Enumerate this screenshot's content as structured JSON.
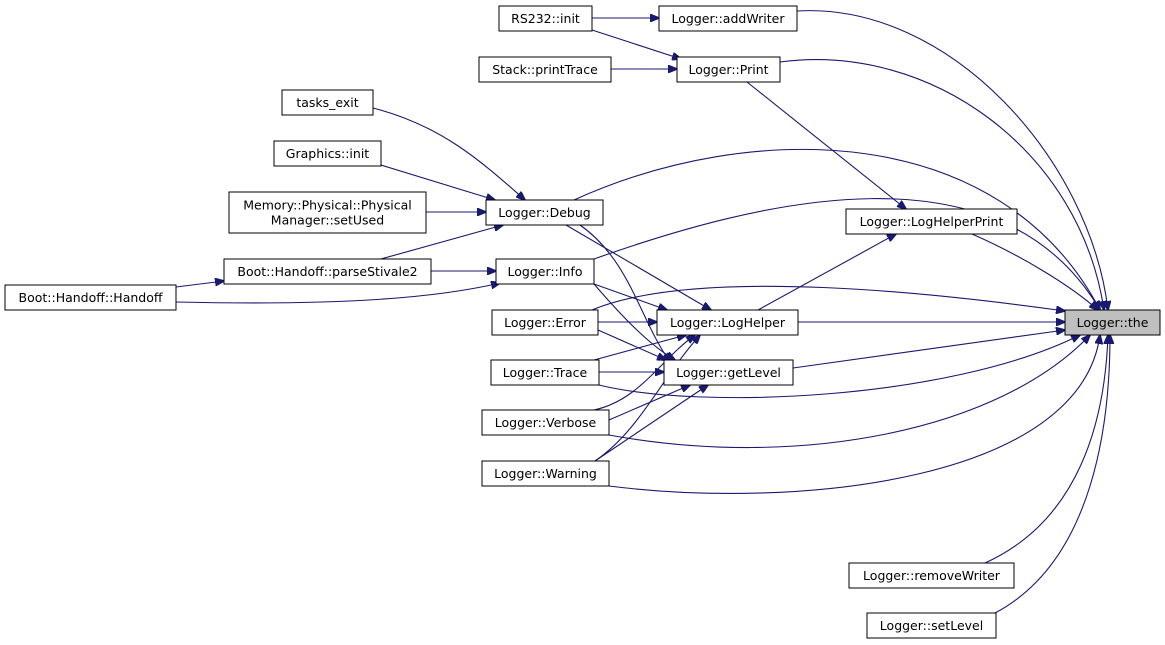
{
  "graph": {
    "edge_color": "#191970",
    "highlight_fill": "#bfbfbf",
    "nodes": [
      {
        "id": "the",
        "label": "Logger::the",
        "highlight": true
      },
      {
        "id": "addWriter",
        "label": "Logger::addWriter"
      },
      {
        "id": "rs232init",
        "label": "RS232::init"
      },
      {
        "id": "print",
        "label": "Logger::Print"
      },
      {
        "id": "printTrace",
        "label": "Stack::printTrace"
      },
      {
        "id": "tasksExit",
        "label": "tasks_exit"
      },
      {
        "id": "graphicsInit",
        "label": "Graphics::init"
      },
      {
        "id": "setUsed",
        "label": [
          "Memory::Physical::Physical",
          "Manager::setUsed"
        ]
      },
      {
        "id": "debug",
        "label": "Logger::Debug"
      },
      {
        "id": "logHelperPrint",
        "label": "Logger::LogHelperPrint"
      },
      {
        "id": "parseStivale2",
        "label": "Boot::Handoff::parseStivale2"
      },
      {
        "id": "info",
        "label": "Logger::Info"
      },
      {
        "id": "handoff",
        "label": "Boot::Handoff::Handoff"
      },
      {
        "id": "error",
        "label": "Logger::Error"
      },
      {
        "id": "logHelper",
        "label": "Logger::LogHelper"
      },
      {
        "id": "trace",
        "label": "Logger::Trace"
      },
      {
        "id": "getLevel",
        "label": "Logger::getLevel"
      },
      {
        "id": "verbose",
        "label": "Logger::Verbose"
      },
      {
        "id": "warning",
        "label": "Logger::Warning"
      },
      {
        "id": "removeWriter",
        "label": "Logger::removeWriter"
      },
      {
        "id": "setLevel",
        "label": "Logger::setLevel"
      }
    ],
    "edges": [
      {
        "from": "addWriter",
        "to": "the"
      },
      {
        "from": "print",
        "to": "the"
      },
      {
        "from": "logHelperPrint",
        "to": "the"
      },
      {
        "from": "debug",
        "to": "the"
      },
      {
        "from": "info",
        "to": "the"
      },
      {
        "from": "error",
        "to": "the"
      },
      {
        "from": "logHelper",
        "to": "the"
      },
      {
        "from": "getLevel",
        "to": "the"
      },
      {
        "from": "trace",
        "to": "the"
      },
      {
        "from": "verbose",
        "to": "the"
      },
      {
        "from": "warning",
        "to": "the"
      },
      {
        "from": "removeWriter",
        "to": "the"
      },
      {
        "from": "setLevel",
        "to": "the"
      },
      {
        "from": "rs232init",
        "to": "addWriter"
      },
      {
        "from": "rs232init",
        "to": "print"
      },
      {
        "from": "printTrace",
        "to": "print"
      },
      {
        "from": "print",
        "to": "logHelperPrint"
      },
      {
        "from": "logHelper",
        "to": "logHelperPrint"
      },
      {
        "from": "tasksExit",
        "to": "debug"
      },
      {
        "from": "graphicsInit",
        "to": "debug"
      },
      {
        "from": "setUsed",
        "to": "debug"
      },
      {
        "from": "parseStivale2",
        "to": "debug"
      },
      {
        "from": "parseStivale2",
        "to": "info"
      },
      {
        "from": "handoff",
        "to": "parseStivale2"
      },
      {
        "from": "handoff",
        "to": "info"
      },
      {
        "from": "debug",
        "to": "logHelper"
      },
      {
        "from": "debug",
        "to": "getLevel"
      },
      {
        "from": "info",
        "to": "logHelper"
      },
      {
        "from": "info",
        "to": "getLevel"
      },
      {
        "from": "error",
        "to": "logHelper"
      },
      {
        "from": "error",
        "to": "getLevel"
      },
      {
        "from": "trace",
        "to": "logHelper"
      },
      {
        "from": "trace",
        "to": "getLevel"
      },
      {
        "from": "verbose",
        "to": "logHelper"
      },
      {
        "from": "verbose",
        "to": "getLevel"
      },
      {
        "from": "warning",
        "to": "logHelper"
      },
      {
        "from": "warning",
        "to": "getLevel"
      }
    ]
  }
}
